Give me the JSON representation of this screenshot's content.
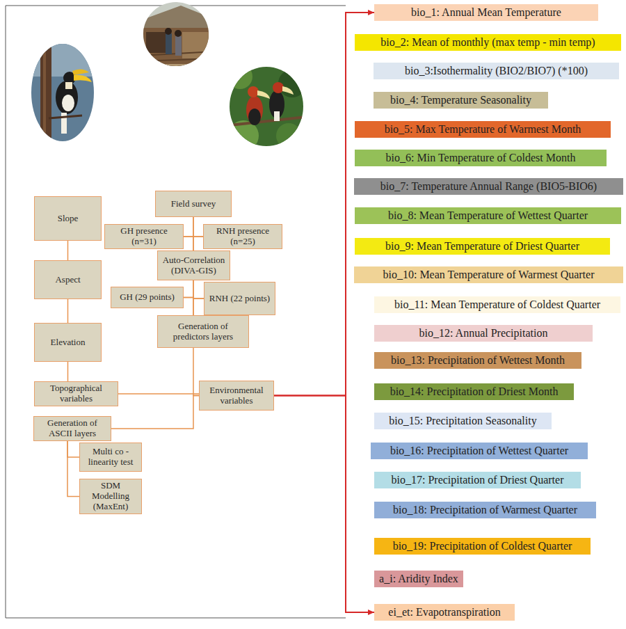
{
  "diagram": {
    "nodes": [
      {
        "text": [
          "Slope"
        ]
      },
      {
        "text": [
          "Field survey"
        ]
      },
      {
        "text": [
          "GH presence (n=31)"
        ]
      },
      {
        "text": [
          "RNH presence (n=25)"
        ]
      },
      {
        "text": [
          "Aspect"
        ]
      },
      {
        "text": [
          "Auto-Correlation (DIVA-GIS)"
        ]
      },
      {
        "text": [
          "GH (29 points)"
        ]
      },
      {
        "text": [
          "RNH (22 points)"
        ]
      },
      {
        "text": [
          "Elevation"
        ]
      },
      {
        "text": [
          "Generation of predictors layers"
        ]
      },
      {
        "text": [
          "Topographical variables"
        ]
      },
      {
        "text": [
          "Environmental variables"
        ]
      },
      {
        "text": [
          "Generation of ASCII layers"
        ]
      },
      {
        "text": [
          "Multi co - linearity test"
        ]
      },
      {
        "text": [
          "SDM Modelling (MaxEnt)"
        ]
      },
      {
        "text": [
          "bio_1: Annual Mean Temperature"
        ]
      },
      {
        "text": [
          "bio_2: Mean of monthly (max temp - min temp)"
        ]
      },
      {
        "text": [
          "bio_3:Isothermality (BIO2/BIO7) (*100)"
        ]
      },
      {
        "text": [
          "bio_4: Temperature Seasonality"
        ]
      },
      {
        "text": [
          "bio_5: Max Temperature of Warmest Month"
        ]
      },
      {
        "text": [
          "bio_6: Min Temperature of Coldest Month"
        ]
      },
      {
        "text": [
          "bio_7: Temperature Annual Range (BIO5-BIO6)"
        ]
      },
      {
        "text": [
          "bio_8: Mean Temperature of Wettest Quarter"
        ]
      },
      {
        "text": [
          "bio_9: Mean Temperature of Driest Quarter"
        ]
      },
      {
        "text": [
          "bio_10: Mean Temperature of Warmest Quarter"
        ]
      },
      {
        "text": [
          "bio_11: Mean Temperature of Coldest Quarter"
        ]
      },
      {
        "text": [
          "bio_12: Annual Precipitation"
        ]
      },
      {
        "text": [
          "bio_13: Precipitation of Wettest Month"
        ]
      },
      {
        "text": [
          "bio_14: Precipitation of Driest Month"
        ]
      },
      {
        "text": [
          "bio_15: Precipitation Seasonality"
        ]
      },
      {
        "text": [
          "bio_16: Precipitation of Wettest Quarter"
        ]
      },
      {
        "text": [
          "bio_17: Precipitation of Driest Quarter"
        ]
      },
      {
        "text": [
          "bio_18: Precipitation of Warmest Quarter"
        ]
      },
      {
        "text": [
          "bio_19: Precipitation of Coldest Quarter"
        ]
      },
      {
        "text": [
          "a_i: Aridity Index"
        ]
      },
      {
        "text": [
          "ei_et: Evapotranspiration"
        ]
      }
    ],
    "edges": [
      {
        "from": 0,
        "to": 4,
        "arrow": "none"
      },
      {
        "from": 4,
        "to": 8,
        "arrow": "none"
      },
      {
        "from": 8,
        "to": 10,
        "arrow": "none"
      },
      {
        "from": 1,
        "to": 2,
        "arrow": "none"
      },
      {
        "from": 1,
        "to": 3,
        "arrow": "none"
      },
      {
        "from": 2,
        "to": 5,
        "arrow": "none"
      },
      {
        "from": 3,
        "to": 5,
        "arrow": "none"
      },
      {
        "from": 5,
        "to": 6,
        "arrow": "none"
      },
      {
        "from": 5,
        "to": 7,
        "arrow": "none"
      },
      {
        "from": 6,
        "to": 9,
        "arrow": "none"
      },
      {
        "from": 7,
        "to": 9,
        "arrow": "none"
      },
      {
        "from": 9,
        "to": 11,
        "arrow": "none"
      },
      {
        "from": 10,
        "to": 11,
        "arrow": "none"
      },
      {
        "from": 11,
        "to": 12,
        "arrow": "none"
      },
      {
        "from": 12,
        "to": 13,
        "arrow": "none"
      },
      {
        "from": 12,
        "to": 14,
        "arrow": "none"
      },
      {
        "from": 11,
        "to": 15,
        "arrow": "to"
      },
      {
        "from": 11,
        "to": 35,
        "arrow": "to"
      }
    ]
  }
}
